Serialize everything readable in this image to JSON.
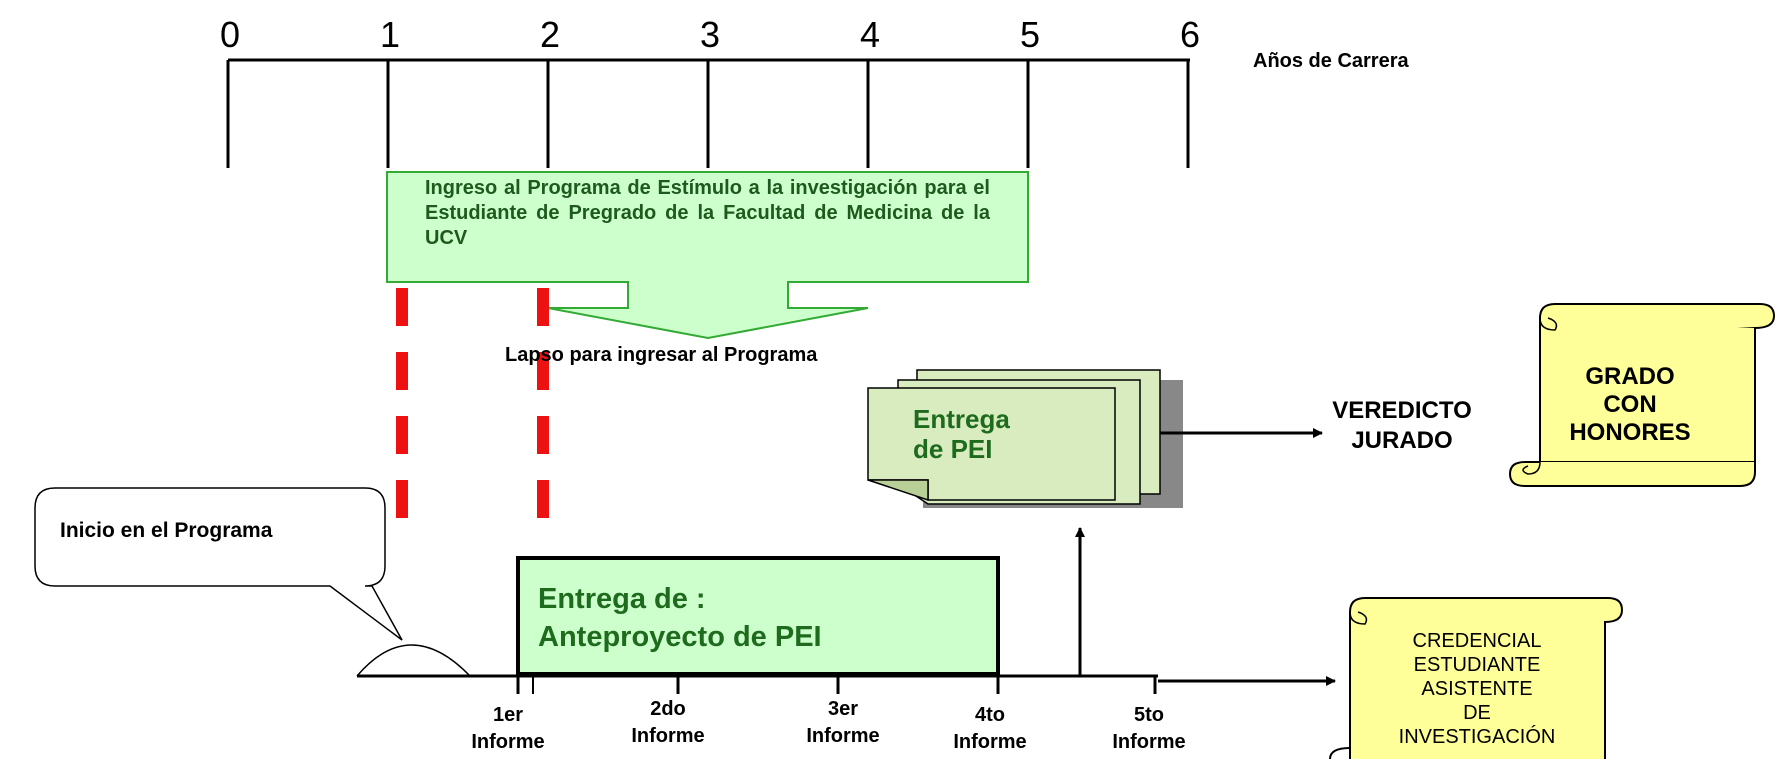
{
  "timeline": {
    "years": [
      "0",
      "1",
      "2",
      "3",
      "4",
      "5",
      "6"
    ],
    "axis_label": "Años de Carrera"
  },
  "program_box": {
    "text": "Ingreso al Programa de Estímulo a la investigación para el Estudiante de Pregrado de la Facultad de Medicina de la UCV"
  },
  "lapse_label": "Lapso para ingresar al Programa",
  "pei_stack": {
    "line1": "Entrega",
    "line2": "de PEI"
  },
  "veredicto": {
    "line1": "VEREDICTO",
    "line2": "JURADO"
  },
  "grado_scroll": {
    "line1": "GRADO",
    "line2": "CON",
    "line3": "HONORES"
  },
  "callout": "Inicio en el Programa",
  "anteproyecto": {
    "line1": "Entrega de :",
    "line2": "Anteproyecto de PEI"
  },
  "informes": [
    {
      "ord": "1er",
      "word": "Informe"
    },
    {
      "ord": "2do",
      "word": "Informe"
    },
    {
      "ord": "3er",
      "word": "Informe"
    },
    {
      "ord": "4to",
      "word": "Informe"
    },
    {
      "ord": "5to",
      "word": "Informe"
    }
  ],
  "credencial_scroll": {
    "line1": "CREDENCIAL",
    "line2": "ESTUDIANTE",
    "line3": "ASISTENTE",
    "line4": "DE",
    "line5": "INVESTIGACIÓN"
  },
  "colors": {
    "green_fill": "#ccffcc",
    "green_stroke": "#33aa33",
    "red_dash": "#ee1111",
    "scroll_fill": "#ffff99",
    "pei_fill": "#d9ecc0"
  }
}
